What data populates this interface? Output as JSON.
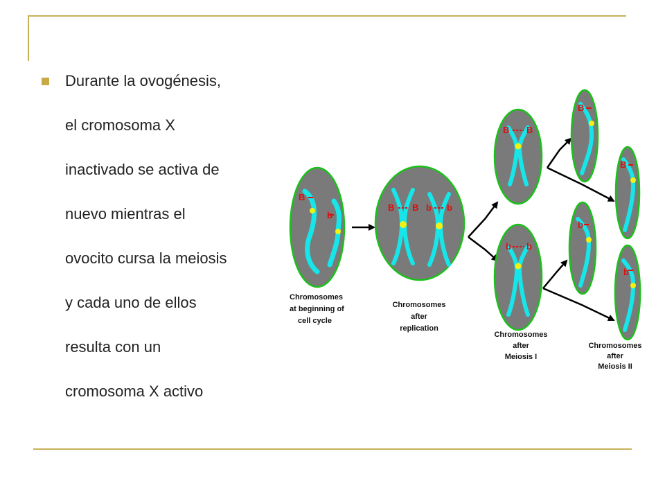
{
  "slide": {
    "accent_color": "#c9b15a",
    "bullet_color": "#c9a944",
    "bullet_lines": [
      "Durante la ovogénesis,",
      "el cromosoma X",
      "inactivado se activa de",
      "nuevo mientras el",
      "ovocito cursa la meiosis",
      "y cada uno de ellos",
      "resulta con un",
      "cromosoma X activo"
    ]
  },
  "diagram": {
    "colors": {
      "cell_fill": "#7a7a7a",
      "cell_border": "#19c219",
      "chromosome": "#16e6ea",
      "centromere": "#f2f212",
      "allele": "#d81010",
      "arrow": "#000000"
    },
    "stages": [
      {
        "lines": [
          "Chromosomes",
          "at beginning of",
          "cell cycle"
        ]
      },
      {
        "lines": [
          "Chromosomes",
          "after",
          "replication"
        ]
      },
      {
        "lines": [
          "Chromosomes",
          "after",
          "Meiosis I"
        ]
      },
      {
        "lines": [
          "Chromosomes",
          "after",
          "Meiosis II"
        ]
      }
    ],
    "alleles": {
      "dominant": "B",
      "recessive": "b"
    }
  }
}
